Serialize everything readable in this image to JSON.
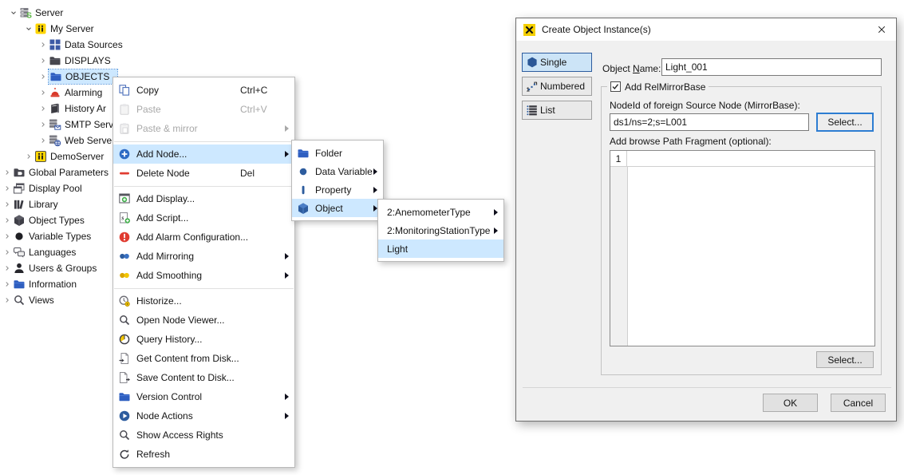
{
  "tree": {
    "items": [
      {
        "label": "Server"
      },
      {
        "label": "My Server"
      },
      {
        "label": "Data Sources"
      },
      {
        "label": "DISPLAYS"
      },
      {
        "label": "OBJECTS"
      },
      {
        "label": "Alarming"
      },
      {
        "label": "History Ar"
      },
      {
        "label": "SMTP Serv"
      },
      {
        "label": "Web Serve"
      },
      {
        "label": "DemoServer"
      },
      {
        "label": "Global Parameters"
      },
      {
        "label": "Display Pool"
      },
      {
        "label": "Library"
      },
      {
        "label": "Object Types"
      },
      {
        "label": "Variable Types"
      },
      {
        "label": "Languages"
      },
      {
        "label": "Users & Groups"
      },
      {
        "label": "Information"
      },
      {
        "label": "Views"
      }
    ]
  },
  "context_menu": {
    "items": [
      {
        "label": "Copy",
        "shortcut": "Ctrl+C"
      },
      {
        "label": "Paste",
        "shortcut": "Ctrl+V"
      },
      {
        "label": "Paste & mirror"
      },
      {
        "label": "Add Node..."
      },
      {
        "label": "Delete Node",
        "shortcut": "Del"
      },
      {
        "label": "Add Display..."
      },
      {
        "label": "Add Script..."
      },
      {
        "label": "Add Alarm Configuration..."
      },
      {
        "label": "Add Mirroring"
      },
      {
        "label": "Add Smoothing"
      },
      {
        "label": "Historize..."
      },
      {
        "label": "Open Node Viewer..."
      },
      {
        "label": "Query History..."
      },
      {
        "label": "Get Content from Disk..."
      },
      {
        "label": "Save Content to Disk..."
      },
      {
        "label": "Version Control"
      },
      {
        "label": "Node Actions"
      },
      {
        "label": "Show Access Rights"
      },
      {
        "label": "Refresh"
      }
    ]
  },
  "submenu_node_type": {
    "items": [
      {
        "label": "Folder"
      },
      {
        "label": "Data Variable"
      },
      {
        "label": "Property"
      },
      {
        "label": "Object"
      }
    ]
  },
  "submenu_object_type": {
    "items": [
      {
        "label": "2:AnemometerType"
      },
      {
        "label": "2:MonitoringStationType"
      },
      {
        "label": "Light"
      }
    ]
  },
  "dialog": {
    "title": "Create Object Instance(s)",
    "tabs": [
      {
        "label": "Single"
      },
      {
        "label": "Numbered"
      },
      {
        "label": "List"
      }
    ],
    "object_name_label_pre": "Object ",
    "object_name_mnemonic": "N",
    "object_name_label_post": "ame:",
    "object_name_value": "Light_001",
    "mirrorbase_checkbox_label": "Add RelMirrorBase",
    "nodeid_label": "NodeId of foreign Source Node (MirrorBase):",
    "nodeid_value": "ds1/ns=2;s=L001",
    "select_button_label": "Select...",
    "path_fragment_label": "Add browse Path Fragment (optional):",
    "path_row_number": "1",
    "select2_button_label": "Select...",
    "ok_label": "OK",
    "cancel_label": "Cancel",
    "accent_color": "#2d5c9e",
    "highlight_color": "#cde8ff"
  }
}
